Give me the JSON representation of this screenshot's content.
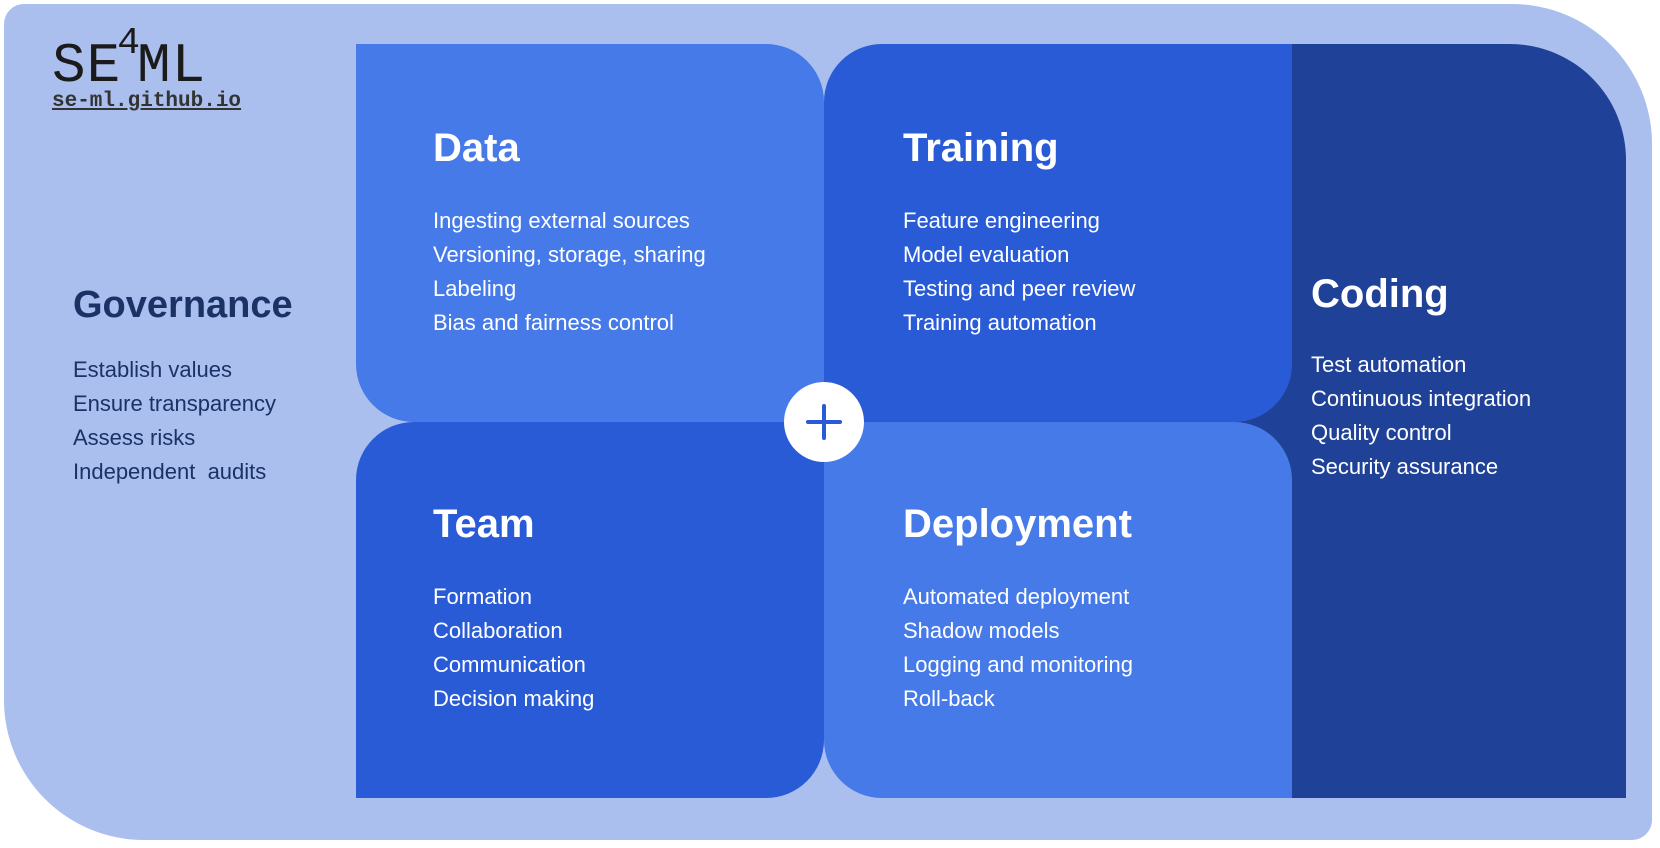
{
  "logo": {
    "prefix": "SE",
    "superscript": "4",
    "suffix": "ML",
    "url": "se-ml.github.io"
  },
  "governance": {
    "title": "Governance",
    "items": [
      "Establish values",
      "Ensure transparency",
      "Assess risks",
      "Independent  audits"
    ]
  },
  "data": {
    "title": "Data",
    "items": [
      "Ingesting external sources",
      "Versioning, storage, sharing",
      "Labeling",
      "Bias and fairness control"
    ]
  },
  "training": {
    "title": "Training",
    "items": [
      "Feature engineering",
      "Model evaluation",
      "Testing and peer review",
      "Training automation"
    ]
  },
  "team": {
    "title": "Team",
    "items": [
      "Formation",
      "Collaboration",
      "Communication",
      "Decision making"
    ]
  },
  "deployment": {
    "title": "Deployment",
    "items": [
      "Automated deployment",
      "Shadow models",
      "Logging and monitoring",
      "Roll-back"
    ]
  },
  "coding": {
    "title": "Coding",
    "items": [
      "Test automation",
      "Continuous integration",
      "Quality control",
      "Security assurance"
    ]
  },
  "center_icon": "plus-icon",
  "colors": {
    "background": "#aabfee",
    "light_panel": "#467ae9",
    "medium_panel": "#2a5bd6",
    "dark_panel": "#1f4298",
    "governance_text": "#1a3266"
  }
}
